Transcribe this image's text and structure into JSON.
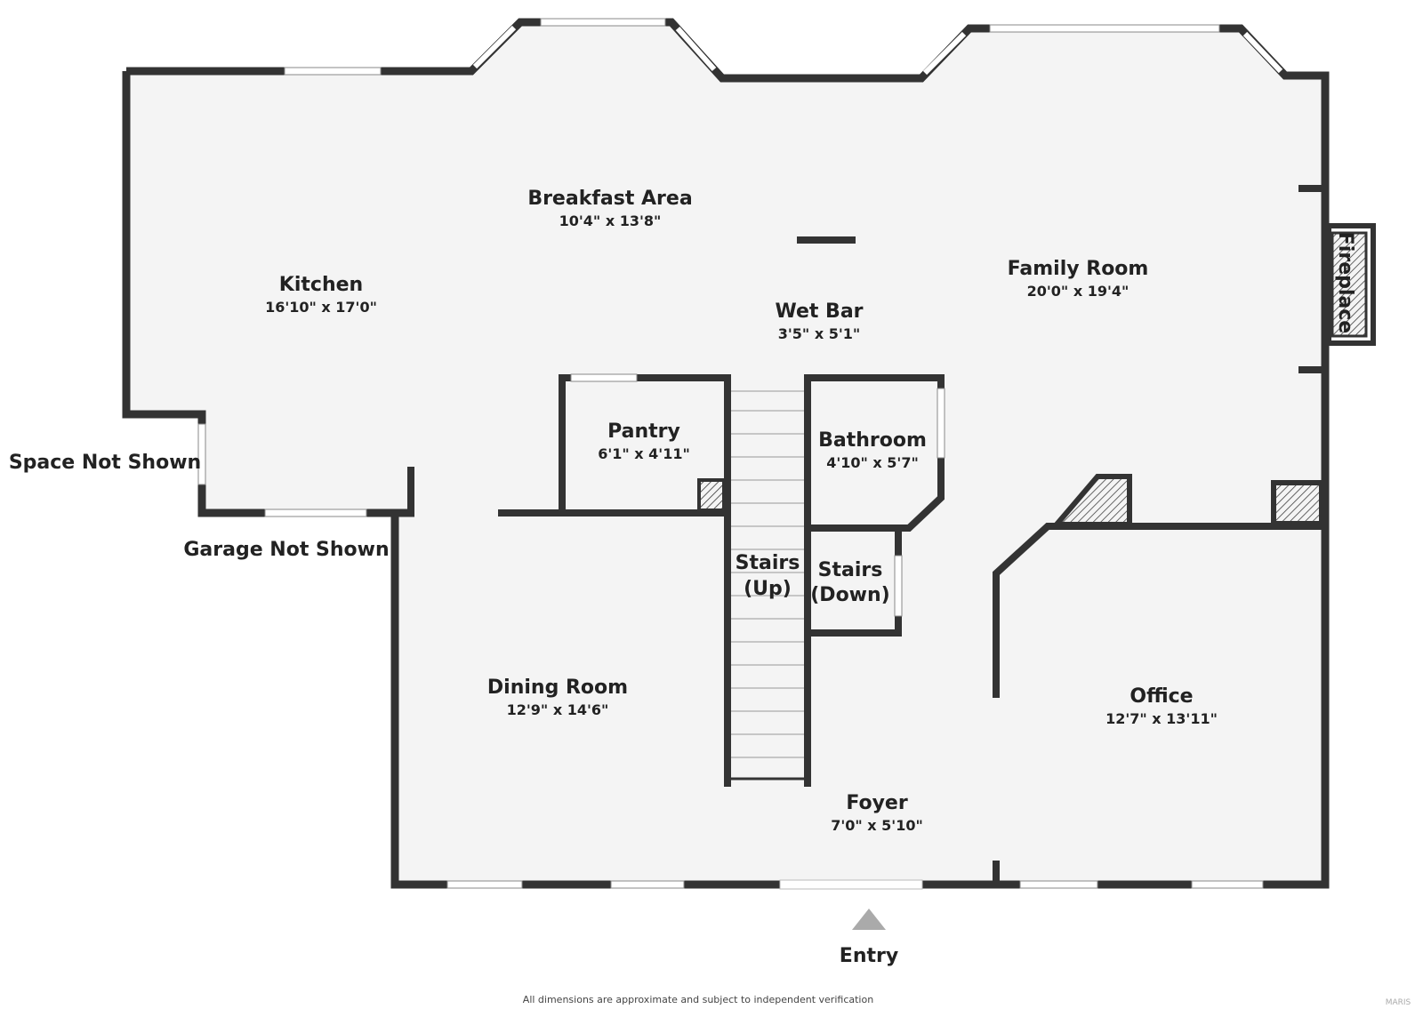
{
  "rooms": {
    "breakfast": {
      "name": "Breakfast Area",
      "dims": "10'4\" x 13'8\""
    },
    "kitchen": {
      "name": "Kitchen",
      "dims": "16'10\" x 17'0\""
    },
    "wet_bar": {
      "name": "Wet Bar",
      "dims": "3'5\" x 5'1\""
    },
    "family": {
      "name": "Family Room",
      "dims": "20'0\" x 19'4\""
    },
    "fireplace": {
      "name": "Fireplace"
    },
    "pantry": {
      "name": "Pantry",
      "dims": "6'1\" x 4'11\""
    },
    "bathroom": {
      "name": "Bathroom",
      "dims": "4'10\" x 5'7\""
    },
    "stairs_up": {
      "name_line1": "Stairs",
      "name_line2": "(Up)"
    },
    "stairs_down": {
      "name_line1": "Stairs",
      "name_line2": "(Down)"
    },
    "dining": {
      "name": "Dining Room",
      "dims": "12'9\" x 14'6\""
    },
    "office": {
      "name": "Office",
      "dims": "12'7\" x 13'11\""
    },
    "foyer": {
      "name": "Foyer",
      "dims": "7'0\" x 5'10\""
    }
  },
  "labels": {
    "space_not_shown": "Space Not Shown",
    "garage_not_shown": "Garage Not Shown",
    "entry": "Entry",
    "disclaimer": "All dimensions are approximate and subject to independent verification",
    "watermark": "MARIS"
  },
  "colors": {
    "wall": "#333333",
    "floor": "#f4f4f4",
    "window": "#ffffff",
    "entry_arrow": "#aaaaaa"
  }
}
